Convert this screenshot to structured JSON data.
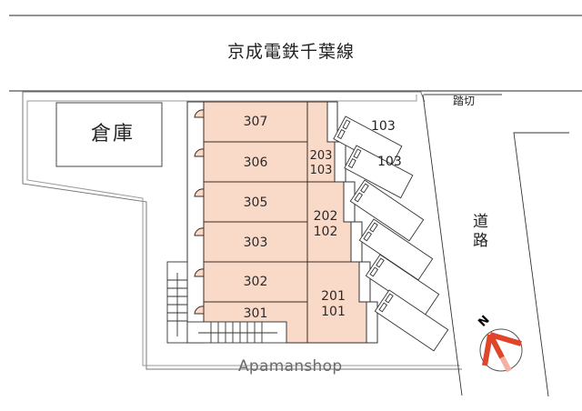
{
  "railway": {
    "label": "京成電鉄千葉線"
  },
  "crossing": {
    "label": "踏切"
  },
  "warehouse": {
    "label": "倉庫"
  },
  "road": {
    "label": "道路"
  },
  "building": {
    "fill_color": "#f9d9c8",
    "stroke_color": "#3a2a22",
    "units_3f": [
      {
        "label": "307"
      },
      {
        "label": "306"
      },
      {
        "label": "305"
      },
      {
        "label": "303"
      },
      {
        "label": "302"
      },
      {
        "label": "301"
      }
    ],
    "units_12f": [
      {
        "label_upper": "203",
        "label_lower": "103"
      },
      {
        "label_upper": "202",
        "label_lower": "102"
      },
      {
        "label_upper": "201",
        "label_lower": "101"
      }
    ]
  },
  "parking": [
    {
      "label": "103"
    },
    {
      "label": "103"
    },
    {
      "label": ""
    },
    {
      "label": ""
    },
    {
      "label": ""
    },
    {
      "label": ""
    }
  ],
  "compass": {
    "label": "N",
    "arrow_color": "#e0452a"
  },
  "watermark": {
    "label": "Apamanshop"
  }
}
